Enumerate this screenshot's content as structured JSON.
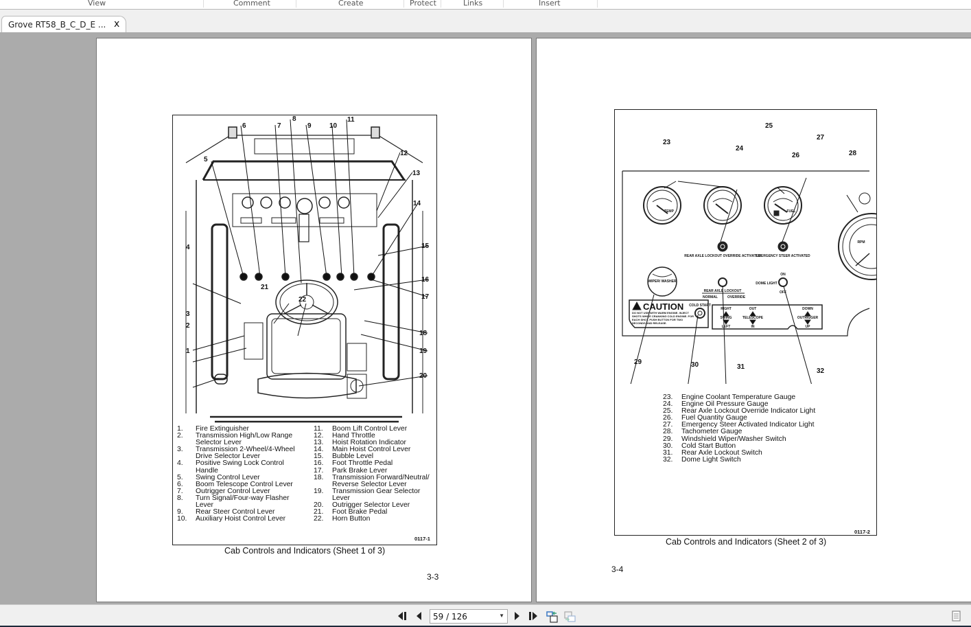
{
  "menu": {
    "items": [
      "View",
      "Comment",
      "Create",
      "Protect",
      "Links",
      "Insert"
    ]
  },
  "tab": {
    "title": "Grove RT58_B_C_D_E ...",
    "close_glyph": "x"
  },
  "pages": [
    {
      "callouts": [
        "1",
        "2",
        "3",
        "4",
        "5",
        "6",
        "7",
        "8",
        "9",
        "10",
        "11",
        "12",
        "13",
        "14",
        "15",
        "16",
        "17",
        "18",
        "19",
        "20",
        "21",
        "22"
      ],
      "legend_left": [
        {
          "num": "1.",
          "text": "Fire Extinguisher"
        },
        {
          "num": "2.",
          "text": "Transmission High/Low Range Selector Lever"
        },
        {
          "num": "3.",
          "text": "Transmission 2-Wheel/4-Wheel Drive Selector Lever"
        },
        {
          "num": "4.",
          "text": "Positive Swing Lock Control Handle"
        },
        {
          "num": "5.",
          "text": "Swing Control Lever"
        },
        {
          "num": "6.",
          "text": "Boom Telescope Control Lever"
        },
        {
          "num": "7.",
          "text": "Outrigger Control Lever"
        },
        {
          "num": "8.",
          "text": "Turn Signal/Four-way Flasher Lever"
        },
        {
          "num": "9.",
          "text": "Rear Steer Control Lever"
        },
        {
          "num": "10.",
          "text": "Auxiliary Hoist Control Lever"
        }
      ],
      "legend_right": [
        {
          "num": "11.",
          "text": "Boom Lift Control Lever"
        },
        {
          "num": "12.",
          "text": "Hand Throttle"
        },
        {
          "num": "13.",
          "text": "Hoist Rotation Indicator"
        },
        {
          "num": "14.",
          "text": "Main Hoist Control Lever"
        },
        {
          "num": "15.",
          "text": "Bubble Level"
        },
        {
          "num": "16.",
          "text": "Foot Throttle Pedal"
        },
        {
          "num": "17.",
          "text": "Park Brake Lever"
        },
        {
          "num": "18.",
          "text": "Transmission Forward/Neutral/ Reverse Selector Lever"
        },
        {
          "num": "19.",
          "text": "Transmission Gear Selector Lever"
        },
        {
          "num": "20.",
          "text": "Outrigger Selector Lever"
        },
        {
          "num": "21.",
          "text": "Foot Brake Pedal"
        },
        {
          "num": "22.",
          "text": "Horn Button"
        }
      ],
      "fig_id": "0117-1",
      "caption": "Cab Controls and Indicators (Sheet 1 of 3)",
      "page_number": "3-3"
    },
    {
      "callouts": [
        "23",
        "24",
        "25",
        "26",
        "27",
        "28",
        "29",
        "30",
        "31",
        "32"
      ],
      "panel_labels": {
        "rear_axle_override": "REAR AXLE LOCKOUT OVERRIDE ACTIVATED",
        "emergency_steer": "EMERGENCY STEER ACTIVATED",
        "wiper": "WIPER/ WASHER",
        "rear_axle_lockout": "REAR AXLE LOCKOUT",
        "normal": "NORMAL",
        "override": "OVERRIDE",
        "dome_light": "DOME LIGHT",
        "on": "ON",
        "off": "OFF",
        "caution": "CAUTION",
        "caution_text": "DO NOT USE WITH WARM ENGINE. INJECT SHOTS WHILE CRANKING COLD ENGINE. FOR EACH SHOT, PUSH BUTTON FOR TWO SECONDS AND RELEASE.",
        "cold_start": "COLD START",
        "right": "RIGHT",
        "swing": "SWING",
        "left": "LEFT",
        "out": "OUT",
        "telescope": "TELESCOPE",
        "in": "IN",
        "down": "DOWN",
        "outrigger": "OUTRIGGER",
        "up": "UP",
        "rpm": "RPM",
        "temp": "TEMP",
        "fuel": "FUEL"
      },
      "legend": [
        {
          "num": "23.",
          "text": "Engine Coolant Temperature Gauge"
        },
        {
          "num": "24.",
          "text": "Engine Oil Pressure Gauge"
        },
        {
          "num": "25.",
          "text": "Rear Axle Lockout Override Indicator Light"
        },
        {
          "num": "26.",
          "text": "Fuel Quantity Gauge"
        },
        {
          "num": "27.",
          "text": "Emergency Steer Activated Indicator Light"
        },
        {
          "num": "28.",
          "text": "Tachometer Gauge"
        },
        {
          "num": "29.",
          "text": "Windshield Wiper/Washer Switch"
        },
        {
          "num": "30.",
          "text": "Cold Start Button"
        },
        {
          "num": "31.",
          "text": "Rear Axle Lockout Switch"
        },
        {
          "num": "32.",
          "text": "Dome Light Switch"
        }
      ],
      "fig_id": "0117-2",
      "caption": "Cab Controls and Indicators (Sheet 2 of 3)",
      "page_number": "3-4"
    }
  ],
  "navigation": {
    "page_display": "59 / 126",
    "current_page": 59,
    "total_pages": 126
  },
  "icons": {
    "first_page": "first-page-icon",
    "prev_page": "previous-page-icon",
    "next_page": "next-page-icon",
    "last_page": "last-page-icon",
    "prev_view": "previous-view-icon",
    "next_view": "next-view-icon",
    "page_layout": "single-page-layout-icon"
  },
  "colors": {
    "viewer_bg": "#ababab",
    "accent_blue": "#3a78c4",
    "accent_green": "#3aa07a"
  }
}
